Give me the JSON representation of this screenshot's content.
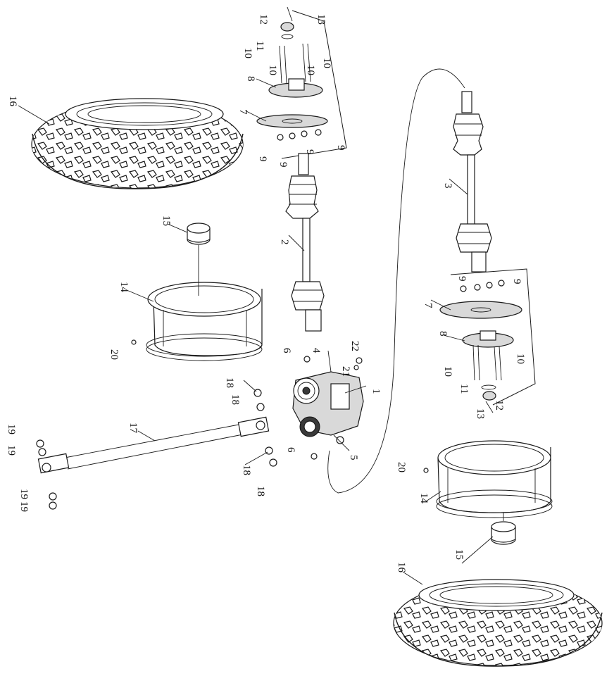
{
  "diagram": {
    "callouts": [
      {
        "id": "c1",
        "text": "1"
      },
      {
        "id": "c2",
        "text": "2"
      },
      {
        "id": "c3",
        "text": "3"
      },
      {
        "id": "c4",
        "text": "4"
      },
      {
        "id": "c5",
        "text": "5"
      },
      {
        "id": "c6a",
        "text": "6"
      },
      {
        "id": "c6b",
        "text": "6"
      },
      {
        "id": "c7a",
        "text": "7"
      },
      {
        "id": "c7b",
        "text": "7"
      },
      {
        "id": "c8a",
        "text": "8"
      },
      {
        "id": "c8b",
        "text": "8"
      },
      {
        "id": "c9a",
        "text": "9"
      },
      {
        "id": "c9b",
        "text": "9"
      },
      {
        "id": "c9c",
        "text": "9"
      },
      {
        "id": "c9d",
        "text": "9"
      },
      {
        "id": "c9e",
        "text": "9"
      },
      {
        "id": "c9f",
        "text": "9"
      },
      {
        "id": "c10a",
        "text": "10"
      },
      {
        "id": "c10b",
        "text": "10"
      },
      {
        "id": "c10c",
        "text": "10"
      },
      {
        "id": "c10d",
        "text": "10"
      },
      {
        "id": "c10e",
        "text": "10"
      },
      {
        "id": "c10f",
        "text": "10"
      },
      {
        "id": "c11a",
        "text": "11"
      },
      {
        "id": "c11b",
        "text": "11"
      },
      {
        "id": "c12a",
        "text": "12"
      },
      {
        "id": "c12b",
        "text": "12"
      },
      {
        "id": "c13a",
        "text": "13"
      },
      {
        "id": "c13b",
        "text": "13"
      },
      {
        "id": "c14a",
        "text": "14"
      },
      {
        "id": "c14b",
        "text": "14"
      },
      {
        "id": "c15a",
        "text": "15"
      },
      {
        "id": "c15b",
        "text": "15"
      },
      {
        "id": "c16a",
        "text": "16"
      },
      {
        "id": "c16b",
        "text": "16"
      },
      {
        "id": "c17",
        "text": "17"
      },
      {
        "id": "c18a",
        "text": "18"
      },
      {
        "id": "c18b",
        "text": "18"
      },
      {
        "id": "c18c",
        "text": "18"
      },
      {
        "id": "c18d",
        "text": "18"
      },
      {
        "id": "c19a",
        "text": "19"
      },
      {
        "id": "c19b",
        "text": "19"
      },
      {
        "id": "c19c",
        "text": "19"
      },
      {
        "id": "c19d",
        "text": "19"
      },
      {
        "id": "c20a",
        "text": "20"
      },
      {
        "id": "c20b",
        "text": "20"
      },
      {
        "id": "c21",
        "text": "21"
      },
      {
        "id": "c22",
        "text": "22"
      }
    ]
  }
}
